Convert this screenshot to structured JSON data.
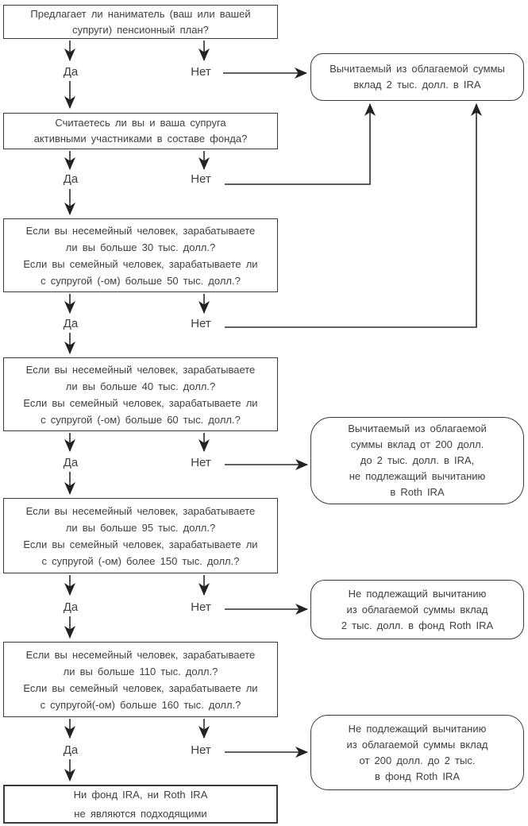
{
  "labels": {
    "yes": "Да",
    "no": "Нет"
  },
  "questions": [
    {
      "text": "Предлагает ли наниматель (ваш или вашей\nсупруги) пенсионный план?"
    },
    {
      "text": "Считаетесь ли вы и ваша супруга\nактивными участниками в составе фонда?"
    },
    {
      "text": "Если вы несемейный человек, зарабатываете\nли вы больше 30 тыс. долл.?\nЕсли вы семейный человек, зарабатываете ли\nс супругой (-ом) больше 50 тыс. долл.?"
    },
    {
      "text": "Если вы несемейный человек, зарабатываете\nли вы больше 40 тыс. долл.?\nЕсли вы семейный человек, зарабатываете ли\nс супругой (-ом) больше 60 тыс. долл.?"
    },
    {
      "text": "Если вы несемейный человек, зарабатываете\nли вы больше 95 тыс. долл.?\nЕсли вы семейный человек, зарабатываете ли\nс супругой (-ом) более 150 тыс. долл.?"
    },
    {
      "text": "Если вы несемейный человек, зарабатываете\nли вы больше 110 тыс. долл.?\nЕсли вы семейный человек, зарабатываете ли\nс супругой(-ом) больше 160 тыс. долл.?"
    }
  ],
  "results": [
    {
      "text": "Вычитаемый из облагаемой суммы\nвклад 2 тыс. долл. в IRA"
    },
    {
      "text": "Вычитаемый из облагаемой\nсуммы вклад от 200 долл.\nдо 2 тыс. долл. в IRA,\nне подлежащий вычитанию\nв Roth IRA"
    },
    {
      "text": "Не подлежащий вычитанию\nиз облагаемой суммы вклад\n2 тыс. долл. в фонд Roth IRA"
    },
    {
      "text": "Не подлежащий вычитанию\nиз облагаемой суммы вклад\nот 200 долл. до 2 тыс.\nв фонд Roth IRA"
    }
  ],
  "final": {
    "text": "Ни фонд IRA, ни Roth IRA\nне являются подходящими"
  },
  "colors": {
    "line": "#2b2b2b",
    "border": "#3a3a3a",
    "text": "#3f3f3f",
    "background": "#ffffff"
  }
}
